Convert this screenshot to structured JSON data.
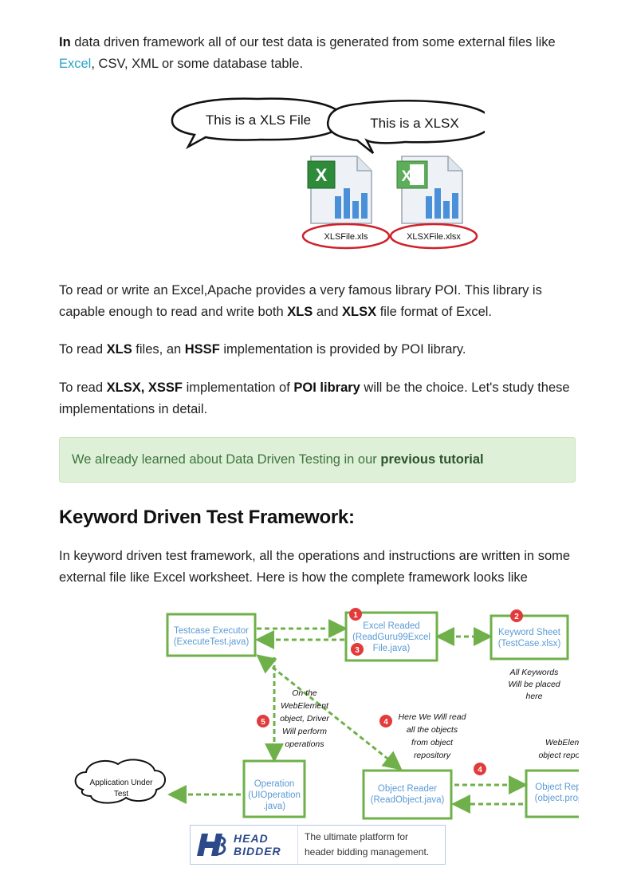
{
  "para1": {
    "lead": "In",
    "text_a": " data driven framework all of our test data is generated from some external files like ",
    "link": "Excel",
    "text_b": ", CSV, XML or some database table."
  },
  "figure1": {
    "bubble_left": "This is a XLS File",
    "bubble_right": "This is a XLSX",
    "file_left": "XLSFile.xls",
    "file_right": "XLSXFile.xlsx"
  },
  "para2": {
    "text_a": "To read or write an Excel,Apache provides a very famous library POI. This library is capable enough to read and write both ",
    "bold1": "XLS",
    "text_b": " and ",
    "bold2": "XLSX",
    "text_c": " file format of Excel."
  },
  "para3": {
    "text_a": "To read ",
    "bold1": "XLS",
    "text_b": " files, an ",
    "bold2": "HSSF",
    "text_c": " implementation is provided by POI library."
  },
  "para4": {
    "text_a": "To read ",
    "bold1": "XLSX, XSSF",
    "text_b": " implementation of ",
    "bold2": "POI library",
    "text_c": " will be the choice. Let's study these implementations in detail."
  },
  "note": {
    "text": "We already learned about Data Driven Testing in our ",
    "link": "previous tutorial"
  },
  "heading": "Keyword Driven Test Framework:",
  "para5": "In keyword driven test framework, all the operations and instructions are written in some external file like Excel worksheet. Here is how the complete framework looks like",
  "diagram": {
    "executor_l1": "Testcase Executor",
    "executor_l2": "(ExecuteTest.java)",
    "excel_l1": "Excel Readed",
    "excel_l2": "(ReadGuru99Excel",
    "excel_l3": "File.java)",
    "keyword_l1": "Keyword Sheet",
    "keyword_l2": "(TestCase.xlsx)",
    "operation_l1": "Operation",
    "operation_l2": "(UIOperation",
    "operation_l3": ".java)",
    "reader_l1": "Object Reader",
    "reader_l2": "(ReadObject.java)",
    "repo_l1": "Object Repository",
    "repo_l2": "(object.properties)",
    "app_l1": "Application Under",
    "app_l2": "Test",
    "note_keywords_1": "All Keywords",
    "note_keywords_2": "Will be placed",
    "note_keywords_3": "here",
    "note_webel_1": "On the",
    "note_webel_2": "WebElement",
    "note_webel_3": "object, Driver",
    "note_webel_4": "Will perform",
    "note_webel_5": "operations",
    "note_read_1": "Here We Will read",
    "note_read_2": "all the objects",
    "note_read_3": "from object",
    "note_read_4": "repository",
    "note_repo_1": "WebElement",
    "note_repo_2": "object repository",
    "step1": "1",
    "step2": "2",
    "step3": "3",
    "step4a": "4",
    "step4b": "4",
    "step5": "5"
  },
  "ad": {
    "brand_1": "HEAD",
    "brand_2": "BIDDER",
    "text_1": "The ultimate platform for",
    "text_2": "header bidding management."
  }
}
